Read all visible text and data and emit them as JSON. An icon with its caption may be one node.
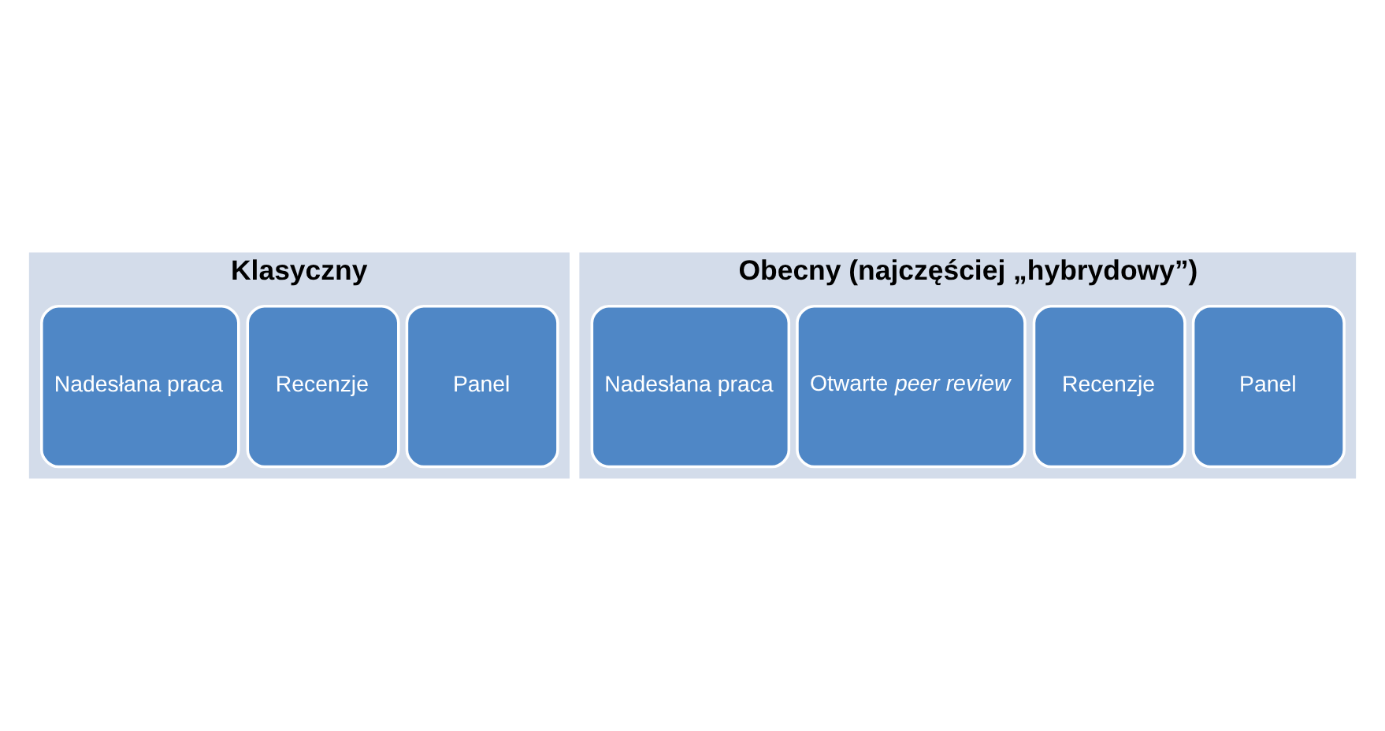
{
  "diagram": {
    "nodes": [
      {
        "text": [
          "Klasyczny"
        ]
      },
      {
        "text": [
          "Nadesłana praca"
        ],
        "in": 0
      },
      {
        "text": [
          "Recenzje"
        ],
        "in": 0
      },
      {
        "text": [
          "Panel"
        ],
        "in": 0
      },
      {
        "text": [
          "Obecny (najczęściej „hybrydowy”)"
        ]
      },
      {
        "text": [
          "Nadesłana praca"
        ],
        "in": 4
      },
      {
        "text": [
          "Otwarte *peer review*"
        ],
        "in": 4
      },
      {
        "text": [
          "Recenzje"
        ],
        "in": 4
      },
      {
        "text": [
          "Panel"
        ],
        "in": 4
      }
    ],
    "edges": []
  }
}
